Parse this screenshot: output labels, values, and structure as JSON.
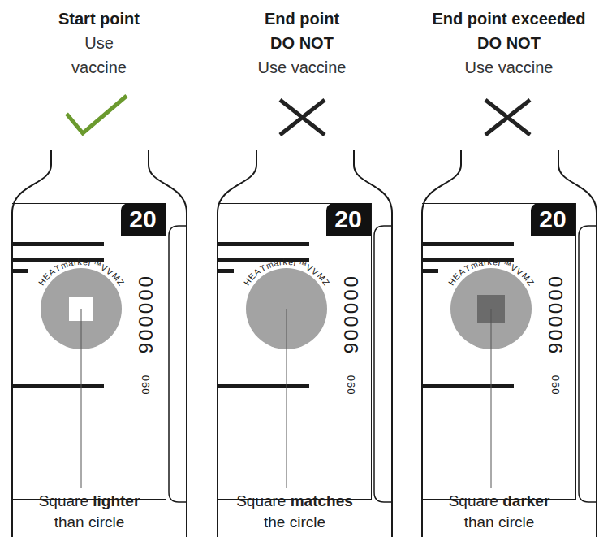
{
  "diagram": {
    "nodes": [
      {
        "text": [
          "20",
          "HEATmarker™VVMZ",
          "900000",
          "090"
        ]
      },
      {
        "text": [
          "20",
          "HEATmarker™VVMZ",
          "900000",
          "090"
        ]
      },
      {
        "text": [
          "20",
          "HEATmarker™VVMZ",
          "900000",
          "090"
        ]
      }
    ],
    "labels": [
      "Start point",
      "Use vaccine",
      "End point",
      "DO NOT",
      "Use vaccine",
      "End point exceeded",
      "DO NOT",
      "Use vaccine",
      "Square lighter than circle",
      "Square matches the circle",
      "Square darker than circle"
    ]
  }
}
